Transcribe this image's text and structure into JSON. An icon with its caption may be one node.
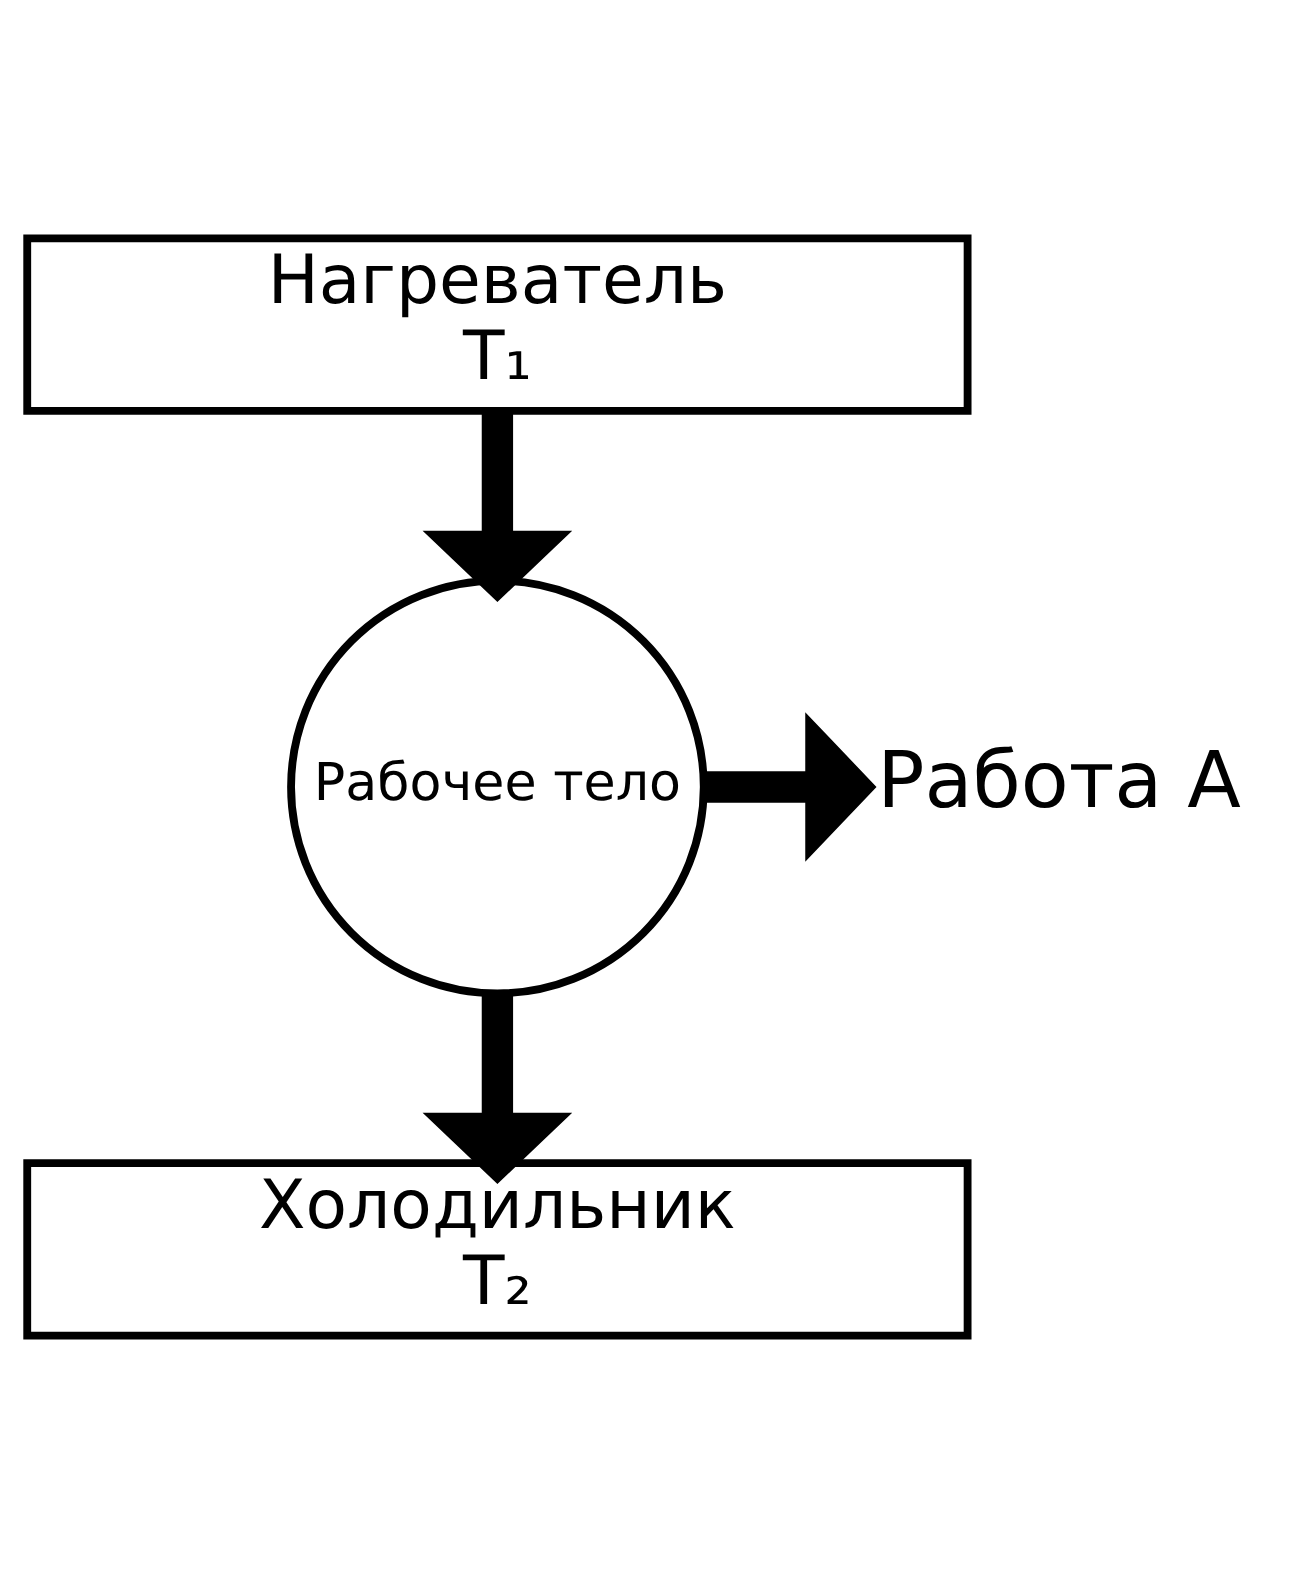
{
  "diagram": {
    "nodes": [
      {
        "text": [
          "Нагреватель",
          "T₁"
        ]
      },
      {
        "text": [
          "Рабочее тело"
        ]
      },
      {
        "text": [
          "Работа А"
        ]
      },
      {
        "text": [
          "Холодильник",
          "T₂"
        ]
      }
    ],
    "edges": [
      {
        "from": 0,
        "to": 1,
        "arrow": "to"
      },
      {
        "from": 1,
        "to": 2,
        "arrow": "to"
      },
      {
        "from": 1,
        "to": 3,
        "arrow": "to"
      }
    ]
  }
}
